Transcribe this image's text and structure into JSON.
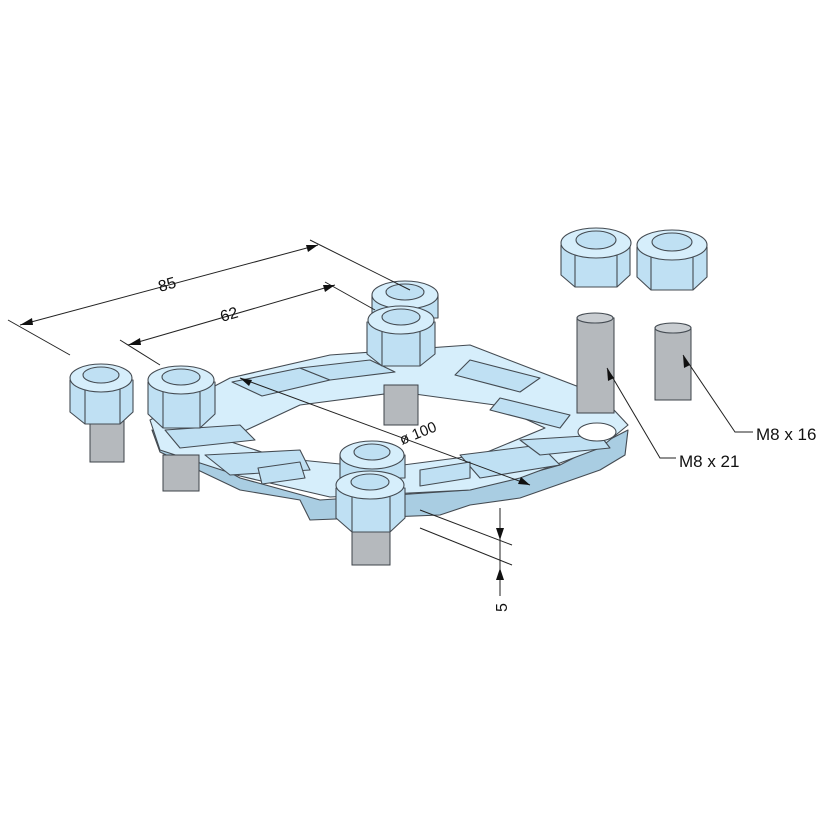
{
  "dimensions": {
    "width_label": "85",
    "inner_label": "62",
    "diameter_label": "ø 100",
    "thickness_label": "5"
  },
  "callouts": {
    "stud_long": "M8 x 21",
    "stud_short": "M8 x 16"
  },
  "colors": {
    "metal_light": "#d6eefb",
    "metal_mid": "#bfe0f3",
    "thread": "#b5b9bd",
    "outline": "#444b52"
  }
}
